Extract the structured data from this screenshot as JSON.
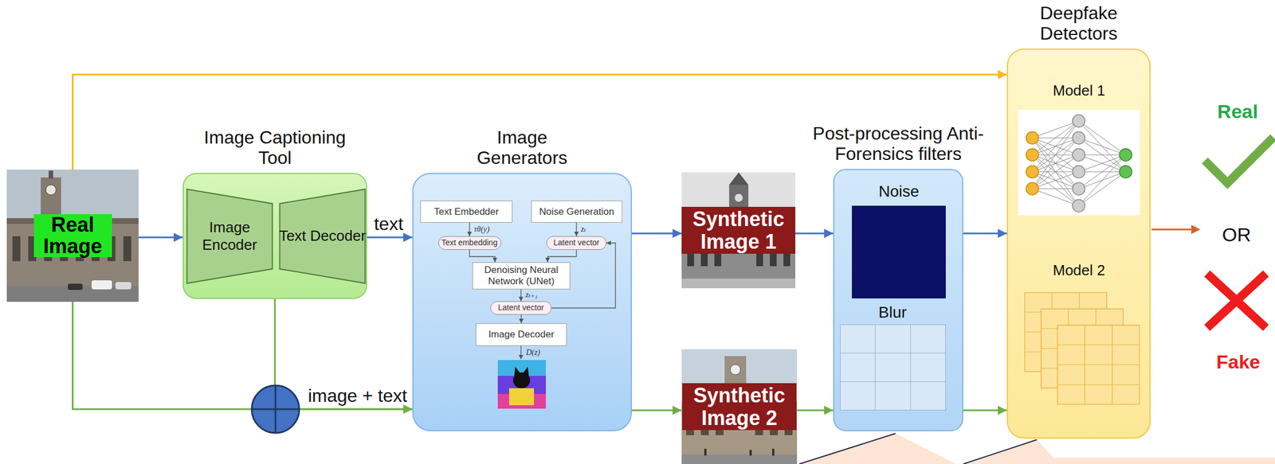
{
  "diagram": {
    "nodes": [
      {
        "text": [
          "Real Image"
        ]
      },
      {
        "text": [
          "Image Captioning Tool"
        ]
      },
      {
        "text": [
          "Image Encoder"
        ],
        "in": 1
      },
      {
        "text": [
          "Text Decoder"
        ],
        "in": 1
      },
      {
        "text": [
          "Image Generators"
        ]
      },
      {
        "text": [
          "Text Embedder"
        ],
        "in": 4
      },
      {
        "text": [
          "Noise Generation"
        ],
        "in": 4
      },
      {
        "text": [
          "Text embedding"
        ],
        "in": 4
      },
      {
        "text": [
          "Latent vector"
        ],
        "in": 4
      },
      {
        "text": [
          "Denoising Neural Network (UNet)"
        ],
        "in": 4
      },
      {
        "text": [
          "Latent vector"
        ],
        "in": 4
      },
      {
        "text": [
          "Image Decoder"
        ],
        "in": 4
      },
      {
        "text": [
          "Synthetic Image 1"
        ]
      },
      {
        "text": [
          "Synthetic Image 2"
        ]
      },
      {
        "text": [
          "Post-processing Anti-Forensics filters"
        ]
      },
      {
        "text": [
          "Noise"
        ],
        "in": 14
      },
      {
        "text": [
          "Blur"
        ],
        "in": 14
      },
      {
        "text": [
          "Deepfake Detectors"
        ]
      },
      {
        "text": [
          "Model 1"
        ],
        "in": 17
      },
      {
        "text": [
          "Model 2"
        ],
        "in": 17
      }
    ],
    "edges": [
      {
        "from": 0,
        "to": 17,
        "arrow": "to"
      },
      {
        "from": 0,
        "to": 1,
        "arrow": "to"
      },
      {
        "from": 1,
        "to": 4,
        "label": "text",
        "arrow": "to"
      },
      {
        "from": 0,
        "to": 4,
        "label": "image + text",
        "arrow": "to"
      },
      {
        "from": 1,
        "to": 4,
        "arrow": "to"
      },
      {
        "from": 5,
        "to": 7,
        "label": "τθ(y)",
        "arrow": "to"
      },
      {
        "from": 6,
        "to": 8,
        "label": "zₜ",
        "arrow": "to"
      },
      {
        "from": 7,
        "to": 9,
        "arrow": "to"
      },
      {
        "from": 8,
        "to": 9,
        "arrow": "to"
      },
      {
        "from": 9,
        "to": 10,
        "label": "zₜ₊₁",
        "arrow": "to"
      },
      {
        "from": 10,
        "to": 8,
        "arrow": "to"
      },
      {
        "from": 10,
        "to": 11,
        "arrow": "to"
      },
      {
        "from": 4,
        "to": 12,
        "arrow": "to"
      },
      {
        "from": 12,
        "to": 14,
        "arrow": "to"
      },
      {
        "from": 14,
        "to": 17,
        "arrow": "to"
      },
      {
        "from": 4,
        "to": 13,
        "arrow": "to"
      },
      {
        "from": 13,
        "to": 14,
        "arrow": "to"
      },
      {
        "from": 14,
        "to": 17,
        "arrow": "to"
      }
    ],
    "labels": [
      "D(z)",
      "Real",
      "OR",
      "Fake"
    ]
  }
}
